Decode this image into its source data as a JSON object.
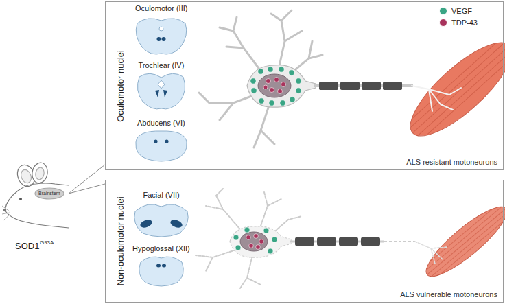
{
  "diagram": {
    "nodes": [
      {
        "text": [
          "Brainstem"
        ]
      },
      {
        "text": [
          "Oculomotor nuclei",
          "ALS resistant motoneurons"
        ]
      },
      {
        "text": [
          "Non-oculomotor nuclei",
          "ALS vulnerable motoneurons"
        ]
      }
    ],
    "edges": [
      {
        "from": 0,
        "to": 1,
        "arrow": "none"
      },
      {
        "from": 0,
        "to": 2,
        "arrow": "none"
      }
    ],
    "labels": [
      "Oculomotor (III)",
      "Trochlear (IV)",
      "Abducens (VI)",
      "Facial (VII)",
      "Hypoglossal (XII)",
      "SOD1",
      "G93A"
    ],
    "legend": [
      {
        "text": "VEGF",
        "color": "#3aa585"
      },
      {
        "text": "TDP-43",
        "color": "#a8335c"
      }
    ]
  }
}
